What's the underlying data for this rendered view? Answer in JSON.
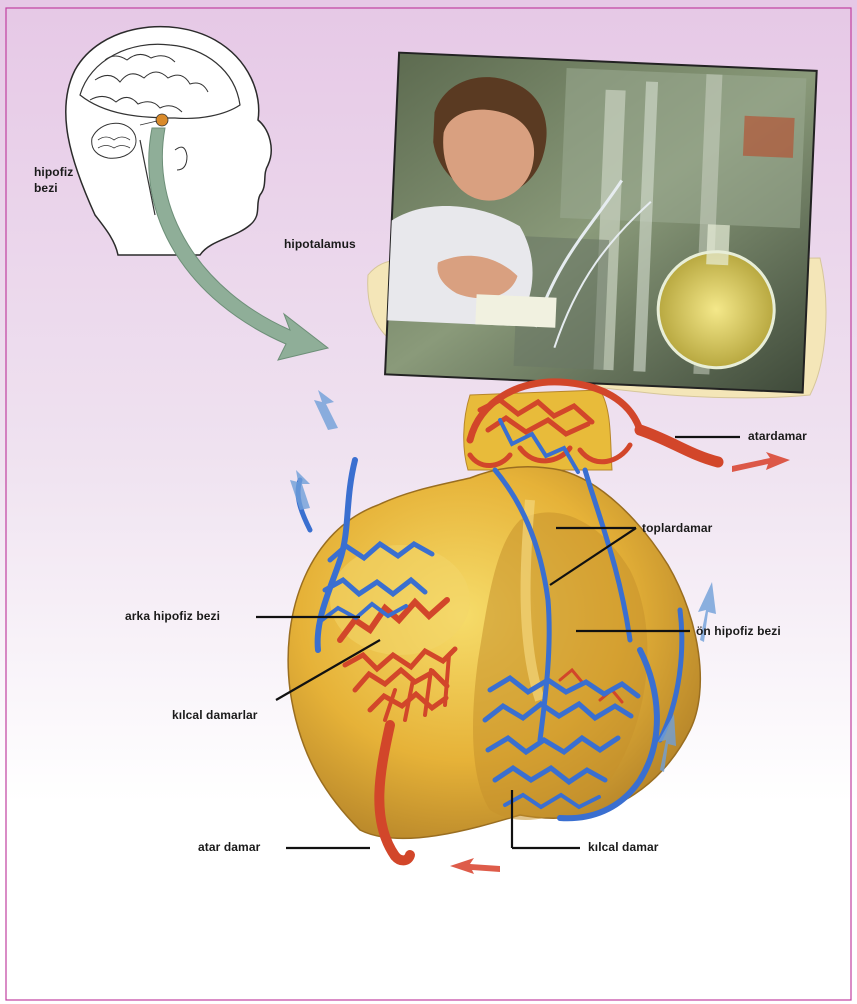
{
  "labels": {
    "hipofiz_bezi_head": "hipofiz\nbezi",
    "hipotalamus": "hipotalamus",
    "atardamar": "atardamar",
    "toplardamar": "toplardamar",
    "arka_hipofiz_bezi": "arka hipofiz bezi",
    "on_hipofiz_bezi": "ön hipofiz bezi",
    "kilcal_damarlar": "kılcal damarlar",
    "atar_damar": "atar damar",
    "kilcal_damar": "kılcal damar"
  },
  "colors": {
    "background_top": "#e6c8e6",
    "frame_border": "#c040a0",
    "gland": "#e8bb3a",
    "gland_shadow": "#c0902a",
    "artery": "#d2462a",
    "vein": "#3a6fd0",
    "arrow_green": "#8fae98",
    "arrow_blue": "#6f9fd8",
    "arrow_red": "#d8402a"
  }
}
